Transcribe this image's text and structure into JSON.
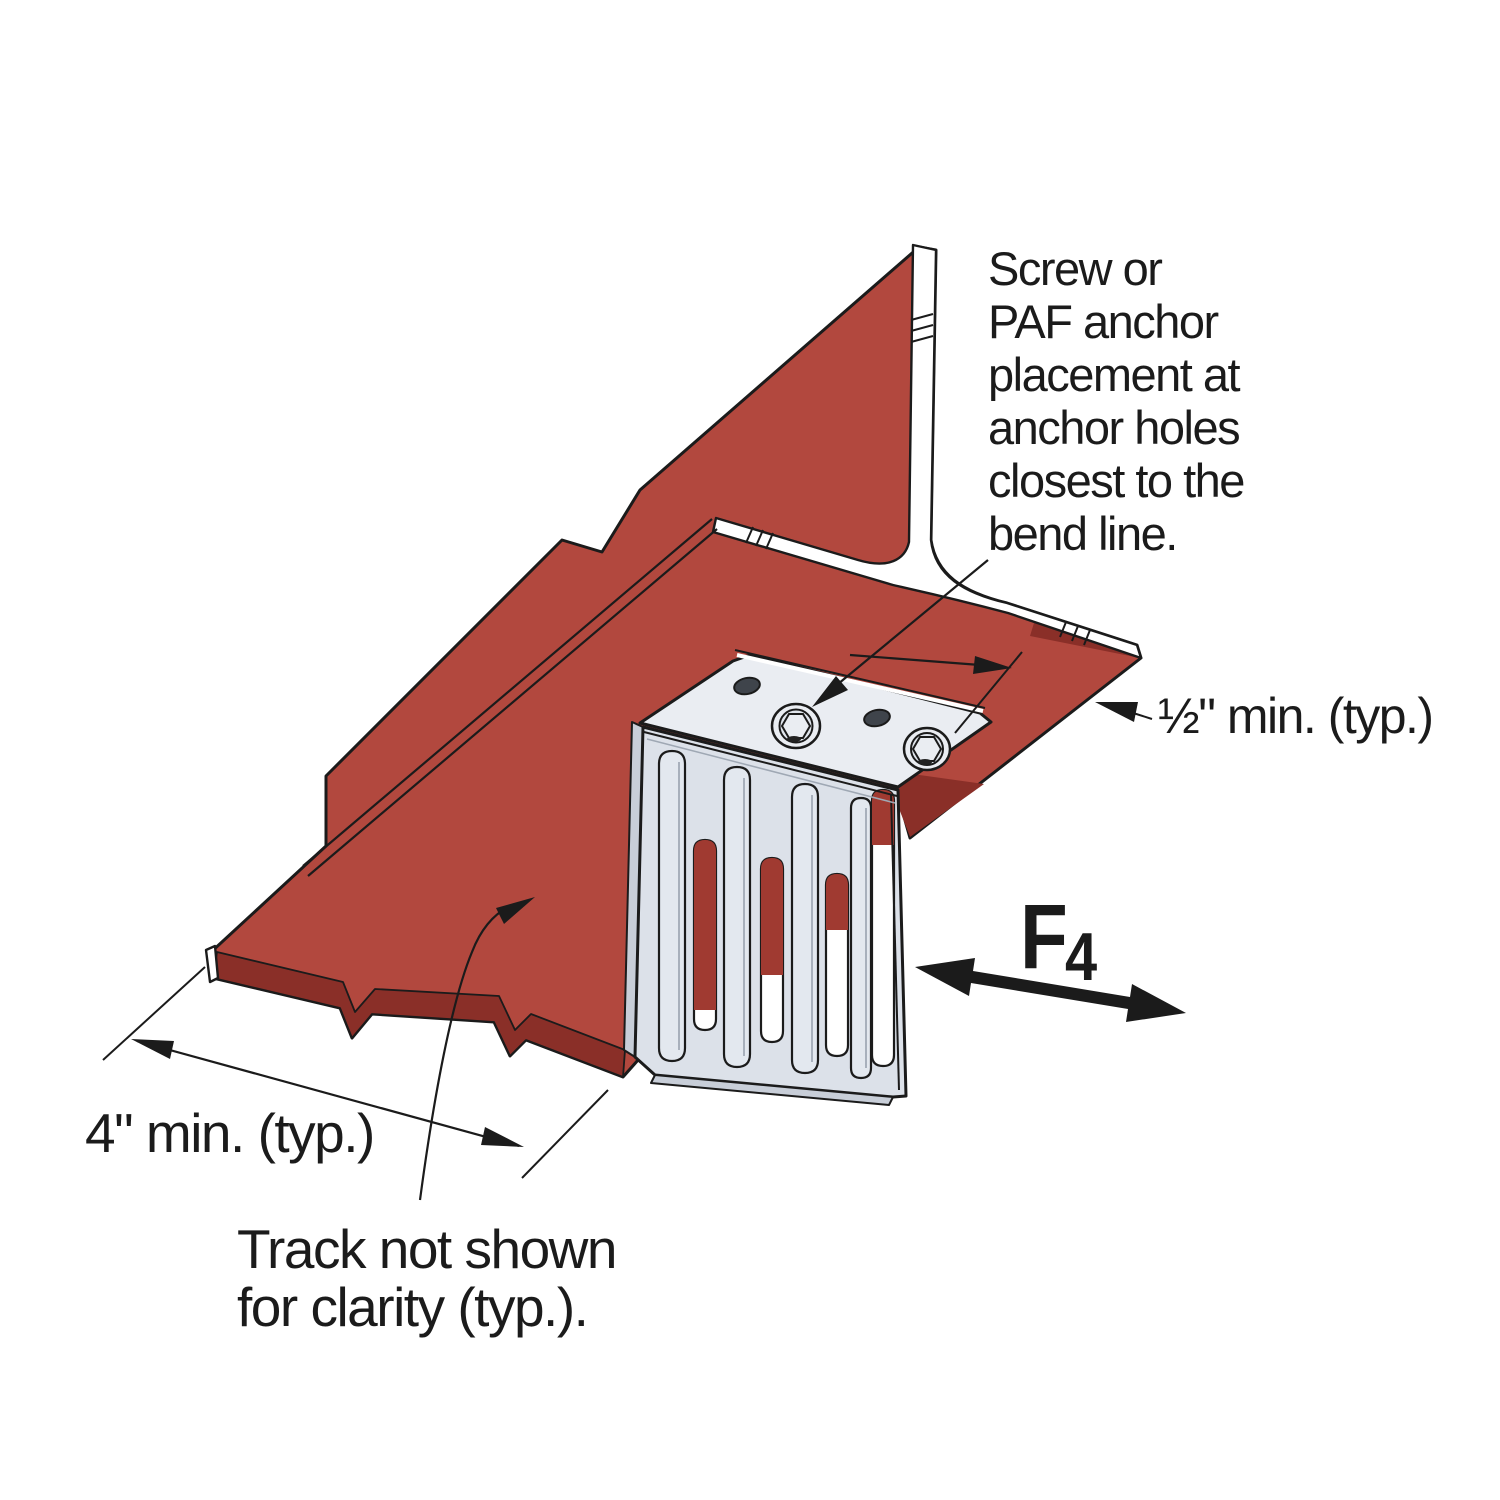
{
  "diagram": {
    "note": {
      "lines": [
        "Screw or",
        "PAF anchor",
        "placement at",
        "anchor holes",
        "closest to the",
        "bend line."
      ]
    },
    "half_inch_label": "½\" min. (typ.)",
    "force_label": {
      "main": "F",
      "sub": "4"
    },
    "four_inch_label": "4\" min. (typ.)",
    "track_note": {
      "lines": [
        "Track not shown",
        "for clarity (typ.)."
      ]
    },
    "colors": {
      "beam_red": "#B2483E",
      "beam_red_dark": "#8A2F28",
      "slot_red": "#A03A31",
      "metal_light": "#EAEDF2",
      "metal_mid": "#DCE1E9",
      "metal_shade": "#C8CED8",
      "outline": "#1B1B1B",
      "paper": "#FFFFFF"
    }
  }
}
